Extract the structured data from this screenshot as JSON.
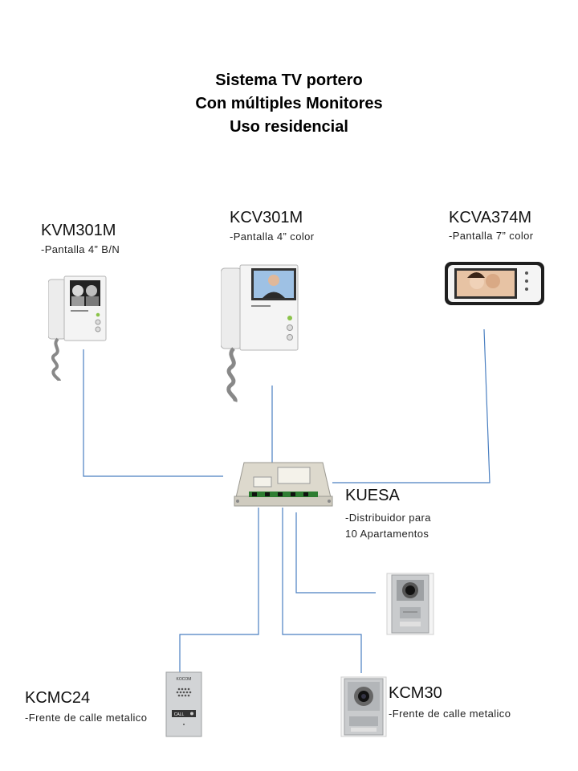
{
  "title": {
    "line1": "Sistema TV portero",
    "line2": "Con múltiples Monitores",
    "line3": "Uso residencial"
  },
  "devices": {
    "kvm301m": {
      "name": "KVM301M",
      "desc": "-Pantalla 4” B/N"
    },
    "kcv301m": {
      "name": "KCV301M",
      "desc": "-Pantalla 4” color"
    },
    "kcva374m": {
      "name": "KCVA374M",
      "desc": "-Pantalla 7” color"
    },
    "kuesa": {
      "name": "KUESA",
      "desc_line1": "-Distribuidor  para",
      "desc_line2": "10 Apartamentos"
    },
    "kcmc24": {
      "name": "KCMC24",
      "desc": "-Frente de calle metalico"
    },
    "kcm30": {
      "name": "KCM30",
      "desc": "-Frente de calle metalico"
    }
  },
  "panel_text": {
    "brand": "KOCOM",
    "call": "CALL"
  },
  "colors": {
    "wire": "#4a7fc1",
    "monitor_body": "#f1f1f1",
    "panel_metal": "#c9cbcd"
  }
}
